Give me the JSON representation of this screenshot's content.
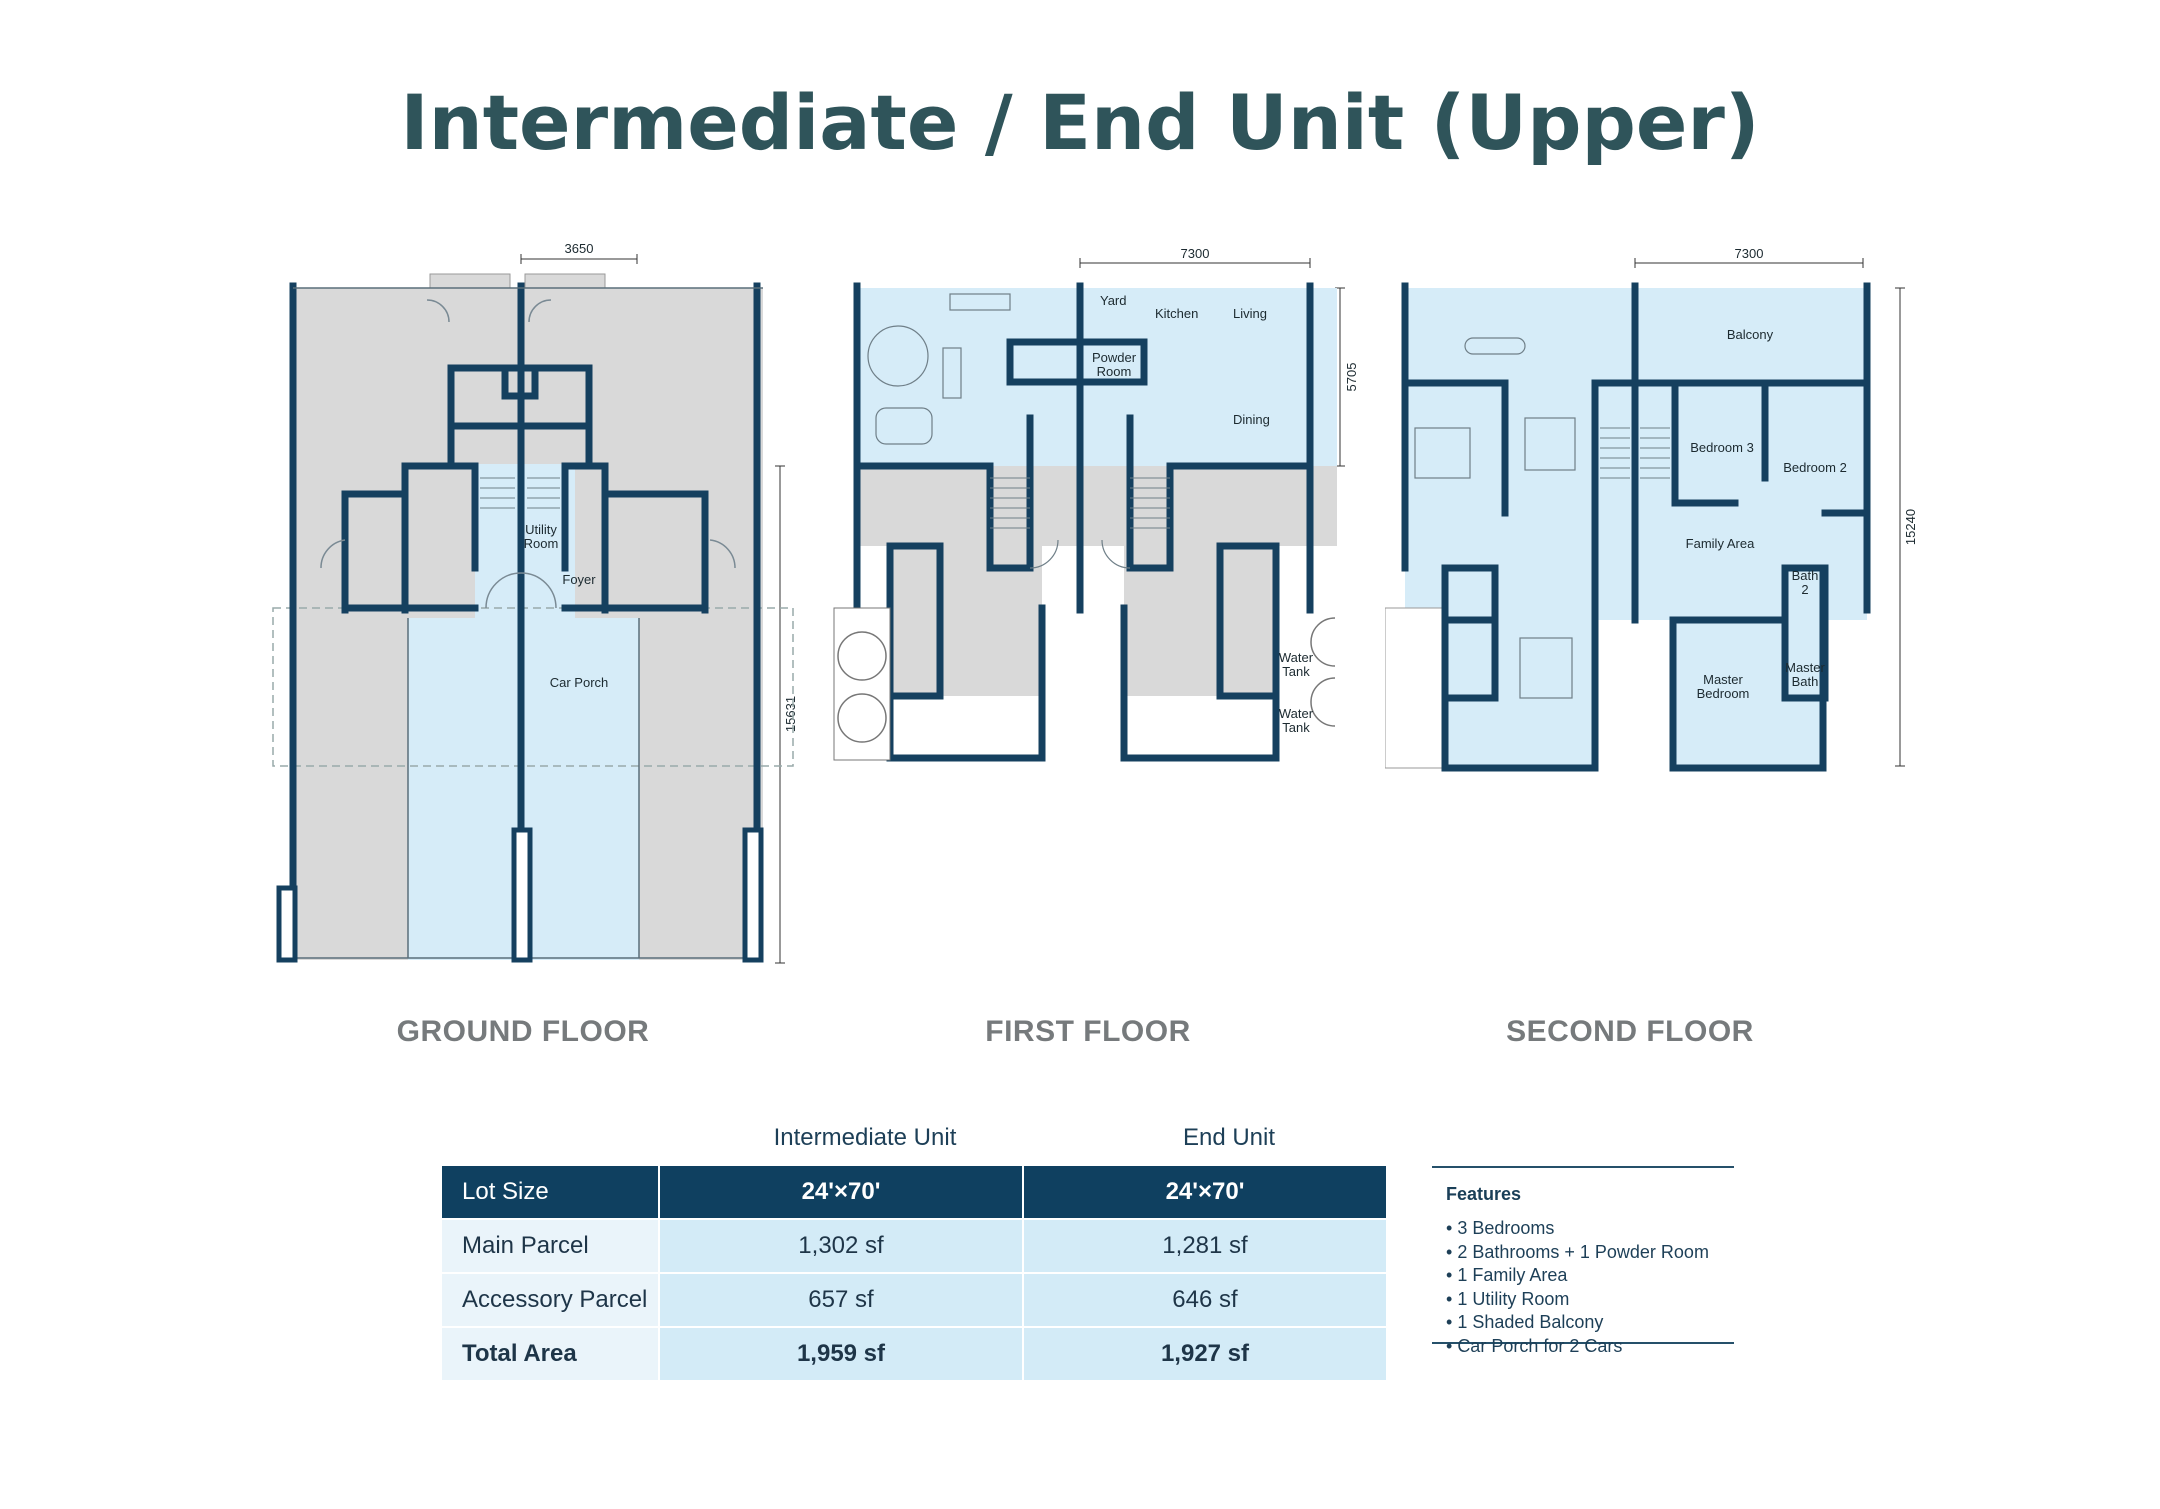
{
  "title": "Intermediate / End Unit (Upper)",
  "floors": {
    "ground": {
      "label": "GROUND FLOOR",
      "dims": {
        "top": "3650",
        "side": "15631"
      },
      "rooms": {
        "utility_line1": "Utility",
        "utility_line2": "Room",
        "foyer": "Foyer",
        "car_porch": "Car Porch"
      }
    },
    "first": {
      "label": "FIRST FLOOR",
      "dims": {
        "top": "7300",
        "side": "5705"
      },
      "rooms": {
        "yard": "Yard",
        "kitchen": "Kitchen",
        "living": "Living",
        "powder_line1": "Powder",
        "powder_line2": "Room",
        "dining": "Dining",
        "water_tank_1_line1": "Water",
        "water_tank_1_line2": "Tank",
        "water_tank_2_line1": "Water",
        "water_tank_2_line2": "Tank"
      }
    },
    "second": {
      "label": "SECOND FLOOR",
      "dims": {
        "top": "7300",
        "side": "15240"
      },
      "rooms": {
        "balcony": "Balcony",
        "bedroom3": "Bedroom 3",
        "bedroom2": "Bedroom 2",
        "family_area": "Family Area",
        "bath2_line1": "Bath",
        "bath2_line2": "2",
        "master_bedroom_line1": "Master",
        "master_bedroom_line2": "Bedroom",
        "master_bath_line1": "Master",
        "master_bath_line2": "Bath"
      }
    }
  },
  "table": {
    "columns": [
      "Intermediate Unit",
      "End Unit"
    ],
    "rows": [
      {
        "label": "Lot Size",
        "intermediate": "24'×70'",
        "end": "24'×70'"
      },
      {
        "label": "Main Parcel",
        "intermediate": "1,302 sf",
        "end": "1,281 sf"
      },
      {
        "label": "Accessory Parcel",
        "intermediate": "657 sf",
        "end": "646 sf"
      },
      {
        "label": "Total Area",
        "intermediate": "1,959 sf",
        "end": "1,927 sf"
      }
    ]
  },
  "features": {
    "heading": "Features",
    "items": [
      "3 Bedrooms",
      "2 Bathrooms + 1 Powder Room",
      "1 Family Area",
      "1 Utility Room",
      "1 Shaded Balcony",
      "Car Porch for 2 Cars"
    ]
  },
  "colors": {
    "wall": "#15405f",
    "unit_highlight": "#d6ecf8",
    "neighbour": "#d9d9d9",
    "title": "#2f545a",
    "table_header": "#0f4060"
  }
}
